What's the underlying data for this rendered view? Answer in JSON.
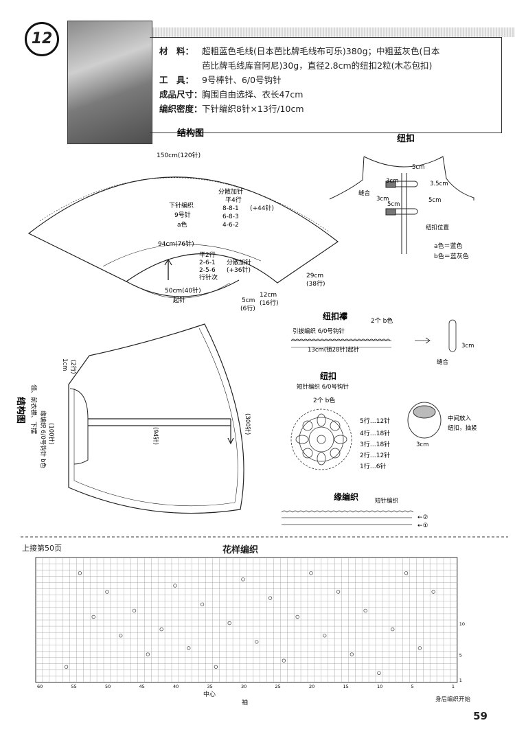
{
  "header": {
    "pattern_number": "12"
  },
  "materials": [
    {
      "label": "材　料：",
      "lines": [
        "超粗蓝色毛线(日本芭比牌毛线布可乐)380g；中粗蓝灰色(日本",
        "芭比牌毛线库音阿尼)30g，直径2.8cm的纽扣2粒(木芯包扣)"
      ]
    },
    {
      "label": "工　具：",
      "lines": [
        "9号棒针、6/0号钩针"
      ]
    },
    {
      "label": "成品尺寸：",
      "lines": [
        "胸围自由选择、衣长47cm"
      ]
    },
    {
      "label": "编织密度：",
      "lines": [
        "下针编织8针×13行/10cm"
      ]
    }
  ],
  "structure": {
    "title": "结构图",
    "top_width": "150cm(120针)",
    "inner_width": "94cm(76针)",
    "bottom_width": "50cm(40针)",
    "bottom_label": "起针",
    "body_lines": [
      "下针编织",
      "9号针",
      "a色"
    ],
    "increase_title": "分散加针",
    "increase_rows": [
      "平4行",
      "8-8-1",
      "6-8-3",
      "4-6-2"
    ],
    "increase_total": "(+44针)",
    "lower_rows": [
      "平2行",
      "2-6-1",
      "2-5-6",
      "行针次"
    ],
    "lower_title": "分散加针",
    "lower_total": "(+36针)",
    "height": "29cm",
    "height_rows": "(38行)",
    "side_a": "12cm",
    "side_a_rows": "(16行)",
    "side_b": "5cm",
    "side_b_rows": "(6行)"
  },
  "button_position": {
    "title": "纽扣",
    "labels": [
      "5cm",
      "3cm",
      "3.5cm",
      "缝合",
      "3cm",
      "5cm",
      "5cm",
      "纽扣位置"
    ],
    "legend": [
      "a色＝蓝色",
      "b色＝蓝灰色"
    ]
  },
  "button_loop": {
    "title": "纽扣襻",
    "count": "2个 b色",
    "stitch": "引拔编织 6/0号钩针",
    "chain": "13cm(锁28针)起针",
    "result": "3cm",
    "sew": "缝合"
  },
  "button": {
    "title": "纽扣",
    "stitch": "短针编织 6/0号钩针",
    "count": "2个 b色",
    "rows": [
      "5行…12针",
      "4行…18针",
      "3行…18针",
      "2行…12针",
      "1行…6针"
    ],
    "insert": [
      "中间放入",
      "纽扣，抽紧"
    ],
    "size": "3cm"
  },
  "edge_structure": {
    "title": "结构图",
    "subtitle": "领、前衣襟、下摆",
    "stitch": "缘编织 6/0号钩针 b色",
    "count": "(100针)",
    "top_size": "1cm",
    "top_rows": "(2行)",
    "mid": "(94针)",
    "right": "(300针)"
  },
  "edge_knit": {
    "title": "缘编织",
    "label": "短针编织",
    "rows": [
      "←②",
      "←①"
    ]
  },
  "chart": {
    "title": "花样编织",
    "continue": "上接第50页",
    "col_marks": [
      "60",
      "55",
      "50",
      "45",
      "40",
      "35",
      "30",
      "25",
      "20",
      "15",
      "10",
      "5",
      "1"
    ],
    "row_marks": [
      "10",
      "5",
      "1"
    ],
    "center": "中心",
    "edge": "袖",
    "start": "身后编织开始"
  },
  "page": {
    "number": "59"
  }
}
